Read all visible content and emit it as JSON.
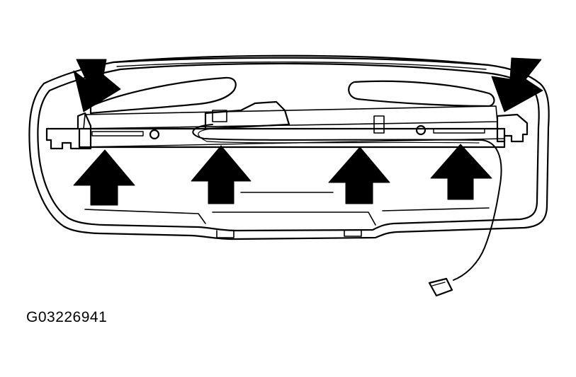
{
  "figure": {
    "id_label": "G03226941"
  },
  "colors": {
    "line": "#000000",
    "fill": "#ffffff",
    "arrow": "#000000"
  },
  "diagram": {
    "subject": "rear-panel-trim-clip-locations",
    "callout_arrows": [
      {
        "name": "arrow-top-left",
        "direction": "down-right"
      },
      {
        "name": "arrow-top-right",
        "direction": "down-left"
      },
      {
        "name": "arrow-bottom-1",
        "direction": "up"
      },
      {
        "name": "arrow-bottom-2",
        "direction": "up"
      },
      {
        "name": "arrow-bottom-3",
        "direction": "up"
      },
      {
        "name": "arrow-bottom-4",
        "direction": "up"
      }
    ]
  }
}
